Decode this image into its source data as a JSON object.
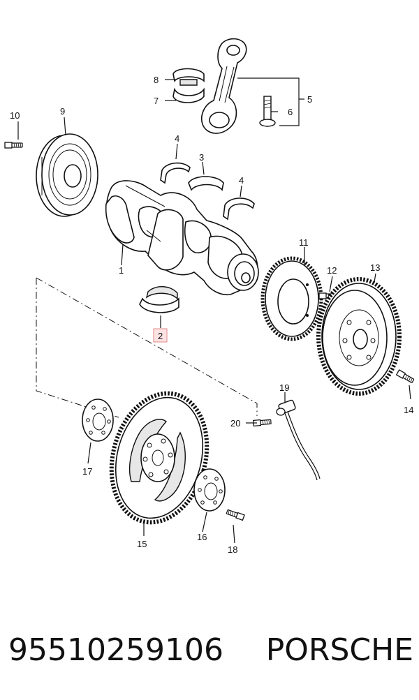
{
  "callouts": {
    "c1": "1",
    "c2": "2",
    "c3": "3",
    "c4a": "4",
    "c4b": "4",
    "c5": "5",
    "c6": "6",
    "c7": "7",
    "c8": "8",
    "c9": "9",
    "c10": "10",
    "c11": "11",
    "c12": "12",
    "c13": "13",
    "c14": "14",
    "c15": "15",
    "c16": "16",
    "c17": "17",
    "c18": "18",
    "c19": "19",
    "c20": "20"
  },
  "footer": {
    "part_number": "95510259106",
    "brand": "PORSCHE"
  },
  "highlight": {
    "callout": "2",
    "color": "#e48a8a"
  }
}
